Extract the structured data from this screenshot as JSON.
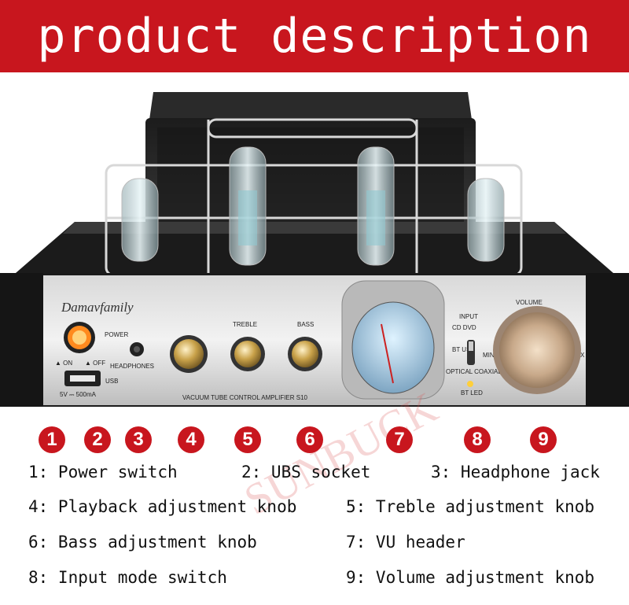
{
  "banner": {
    "title": "product description"
  },
  "device": {
    "brand": "Damavfamily",
    "model_text": "VACUUM TUBE CONTROL AMPLIFIER S10",
    "power_label": "POWER",
    "on_label": "▲ ON",
    "off_label": "▲ OFF",
    "usb_label": "USB",
    "usb_rating": "5V ⎓ 500mA",
    "headphones_label": "HEADPHONES",
    "treble_label": "TREBLE",
    "bass_label": "BASS",
    "input_label": "INPUT",
    "cd_dvd_label": "CD DVD",
    "bt_usb_label": "BT USB",
    "optical_label": "OPTICAL COAXIAL",
    "bt_led_label": "BT LED",
    "volume_label": "VOLUME",
    "min_label": "MIN",
    "max_label": "MAX"
  },
  "markers": [
    "1",
    "2",
    "3",
    "4",
    "5",
    "6",
    "7",
    "8",
    "9"
  ],
  "watermark": "SUNBUCK",
  "labels": [
    "1: Power switch",
    "2: UBS socket",
    "3: Headphone jack",
    "4: Playback adjustment knob",
    "5: Treble adjustment knob",
    "6: Bass adjustment knob",
    "7: VU header",
    "8: Input mode switch",
    "9: Volume adjustment knob"
  ]
}
